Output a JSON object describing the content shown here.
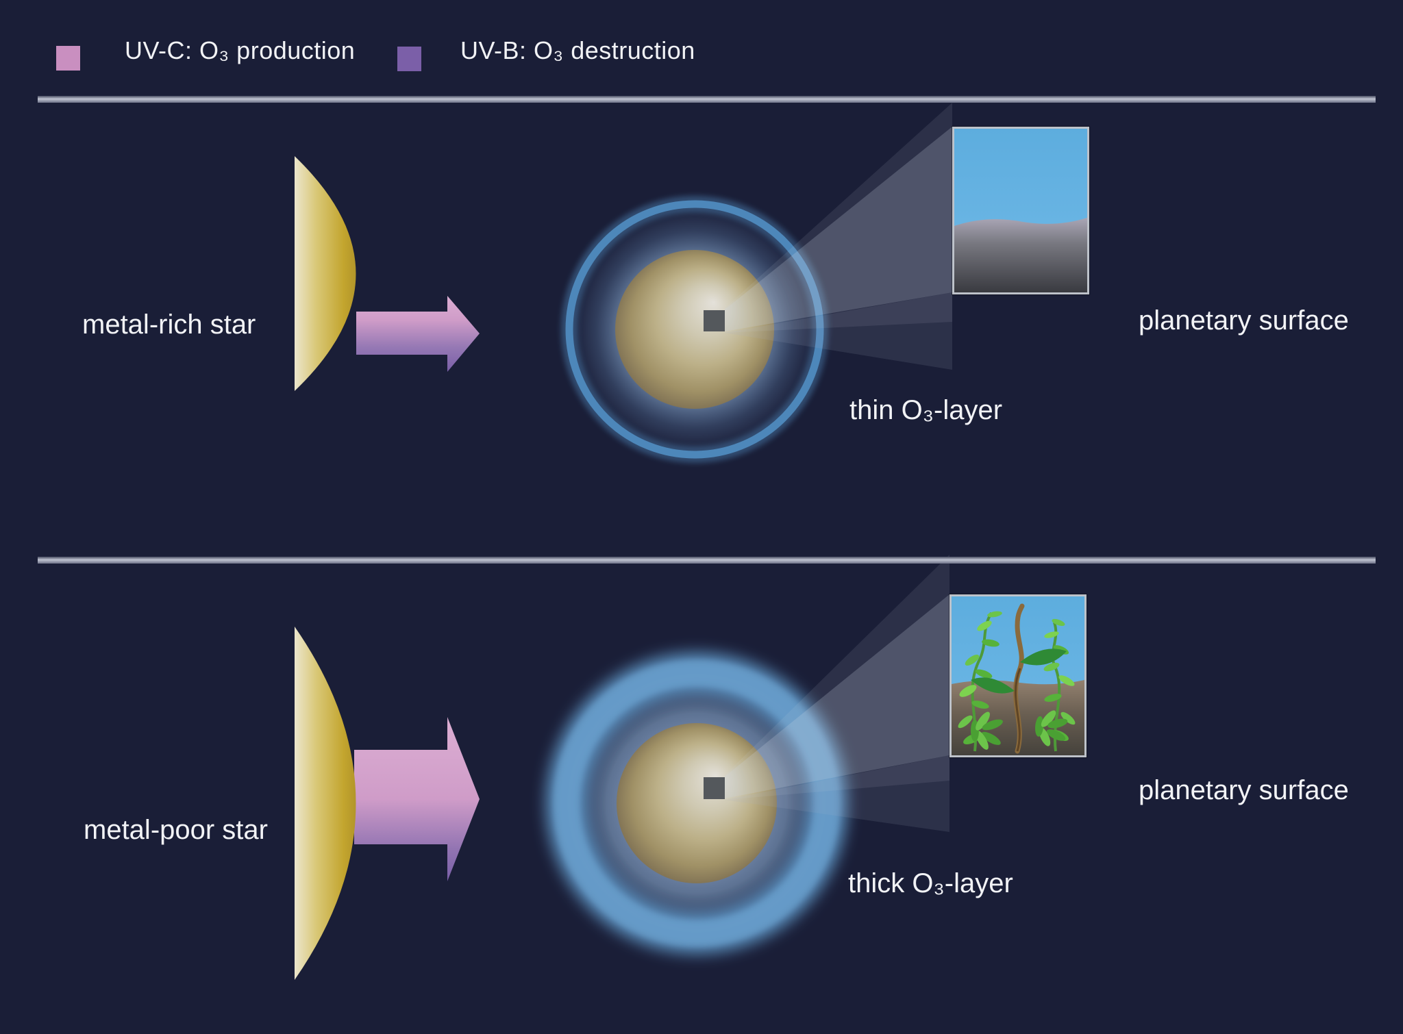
{
  "legend": {
    "items": [
      {
        "swatch_color": "#c98fc0",
        "label": "UV-C: O₃ production"
      },
      {
        "swatch_color": "#7b5fa8",
        "label": "UV-B: O₃ destruction"
      }
    ]
  },
  "panels": [
    {
      "star_label": "metal-rich star",
      "ozone_label": "thin O₃-layer",
      "surface_label": "planetary surface"
    },
    {
      "star_label": "metal-poor star",
      "ozone_label": "thick O₃-layer",
      "surface_label": "planetary surface"
    }
  ],
  "colors": {
    "background": "#1a1e37",
    "uvc_pink": "#c98fc0",
    "uvb_purple": "#7b5fa8",
    "ozone_blue": "#4d87ba",
    "star_gold": "#c3a52e",
    "sky_blue": "#64b1e1",
    "divider_gray": "#c0c4d2",
    "text": "#f2f3f6"
  }
}
